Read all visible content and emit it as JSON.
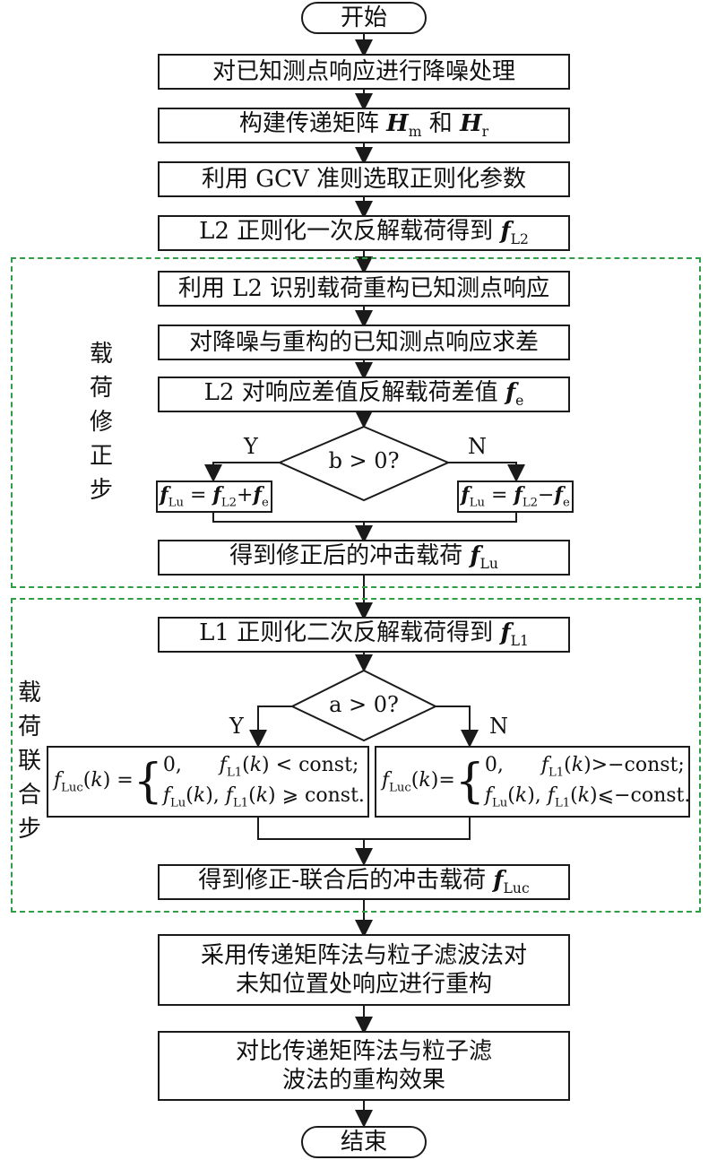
{
  "flow": {
    "start": "开始",
    "end": "结束",
    "step1": "对已知测点响应进行降噪处理",
    "step2_prefix": "构建传递矩阵",
    "step2_and": "和",
    "step3": "利用 GCV 准则选取正则化参数",
    "step4_prefix": "L2 正则化一次反解载荷得到",
    "step5": "利用 L2 识别载荷重构已知测点响应",
    "step6": "对降噪与重构的已知测点响应求差",
    "step7_prefix": "L2 对响应差值反解载荷差值",
    "decision1": "b > 0?",
    "yes": "Y",
    "no": "N",
    "step8_prefix": "得到修正后的冲击载荷",
    "step9_prefix": "L1 正则化二次反解载荷得到",
    "decision2": "a > 0?",
    "step10_prefix": "得到修正-联合后的冲击载荷",
    "step11": "采用传递矩阵法与粒子滤波法对未知位置处响应进行重构",
    "step12": "对比传递矩阵法与粒子滤波法的重构效果",
    "const": "const"
  },
  "groups": {
    "correction": "载荷修正步",
    "joint": "载荷联合步"
  },
  "colors": {
    "dashed_border": "#2f9e44",
    "line": "#1a1a1a"
  }
}
